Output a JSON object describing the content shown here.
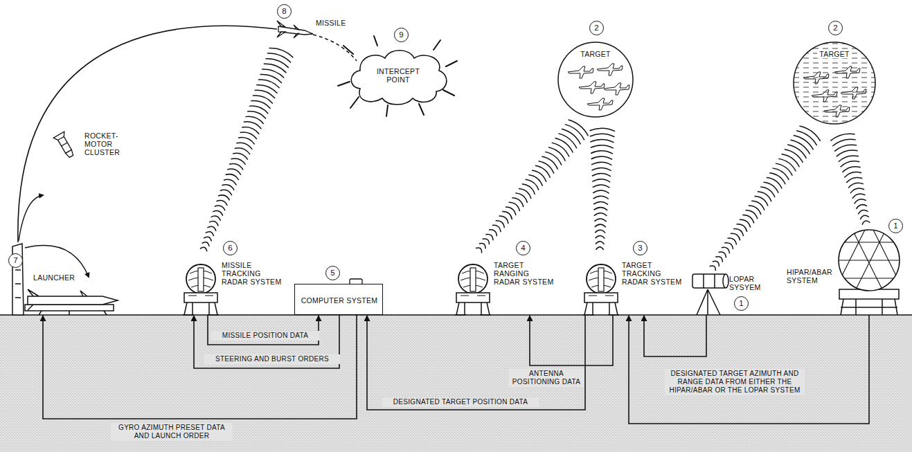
{
  "diagram": {
    "nodes": [
      {
        "text": [
          "INTERCEPT POINT"
        ]
      },
      {
        "text": [
          "TARGET"
        ]
      },
      {
        "text": [
          "TARGET"
        ]
      },
      {
        "text": [
          "LAUNCHER"
        ]
      },
      {
        "text": [
          "MISSILE TRACKING RADAR SYSTEM"
        ]
      },
      {
        "text": [
          "COMPUTER SYSTEM"
        ]
      },
      {
        "text": [
          "TARGET RANGING RADAR SYSTEM"
        ]
      },
      {
        "text": [
          "TARGET TRACKING RADAR SYSTEM"
        ]
      },
      {
        "text": [
          "LOPAR SYSYEM"
        ]
      },
      {
        "text": [
          "HIPAR/ABAR SYSTEM"
        ]
      }
    ],
    "edges": [
      {
        "from": 9,
        "to": 7,
        "arrow": "to",
        "label": "DESIGNATED TARGET AZIMUTH AND RANGE DATA FROM EITHER THE HIPAR/ABAR OR THE LOPAR SYSTEM"
      },
      {
        "from": 8,
        "to": 7,
        "arrow": "to"
      },
      {
        "from": 7,
        "to": 6,
        "arrow": "to",
        "label": "ANTENNA POSITIONING DATA"
      },
      {
        "from": 7,
        "to": 5,
        "arrow": "to",
        "label": "DESIGNATED TARGET POSITION DATA"
      },
      {
        "from": 4,
        "to": 5,
        "arrow": "to",
        "label": "MISSILE POSITION DATA"
      },
      {
        "from": 5,
        "to": 4,
        "arrow": "to",
        "label": "STEERING AND BURST ORDERS"
      },
      {
        "from": 5,
        "to": 3,
        "arrow": "to",
        "label": "GYRO AZIMUTH PRESET DATA AND LAUNCH ORDER"
      }
    ],
    "labels": [
      "8",
      "MISSILE",
      "9",
      "2",
      "2",
      "1",
      "ROCKET- MOTOR CLUSTER",
      "7",
      "6",
      "5",
      "4",
      "3",
      "1"
    ]
  }
}
